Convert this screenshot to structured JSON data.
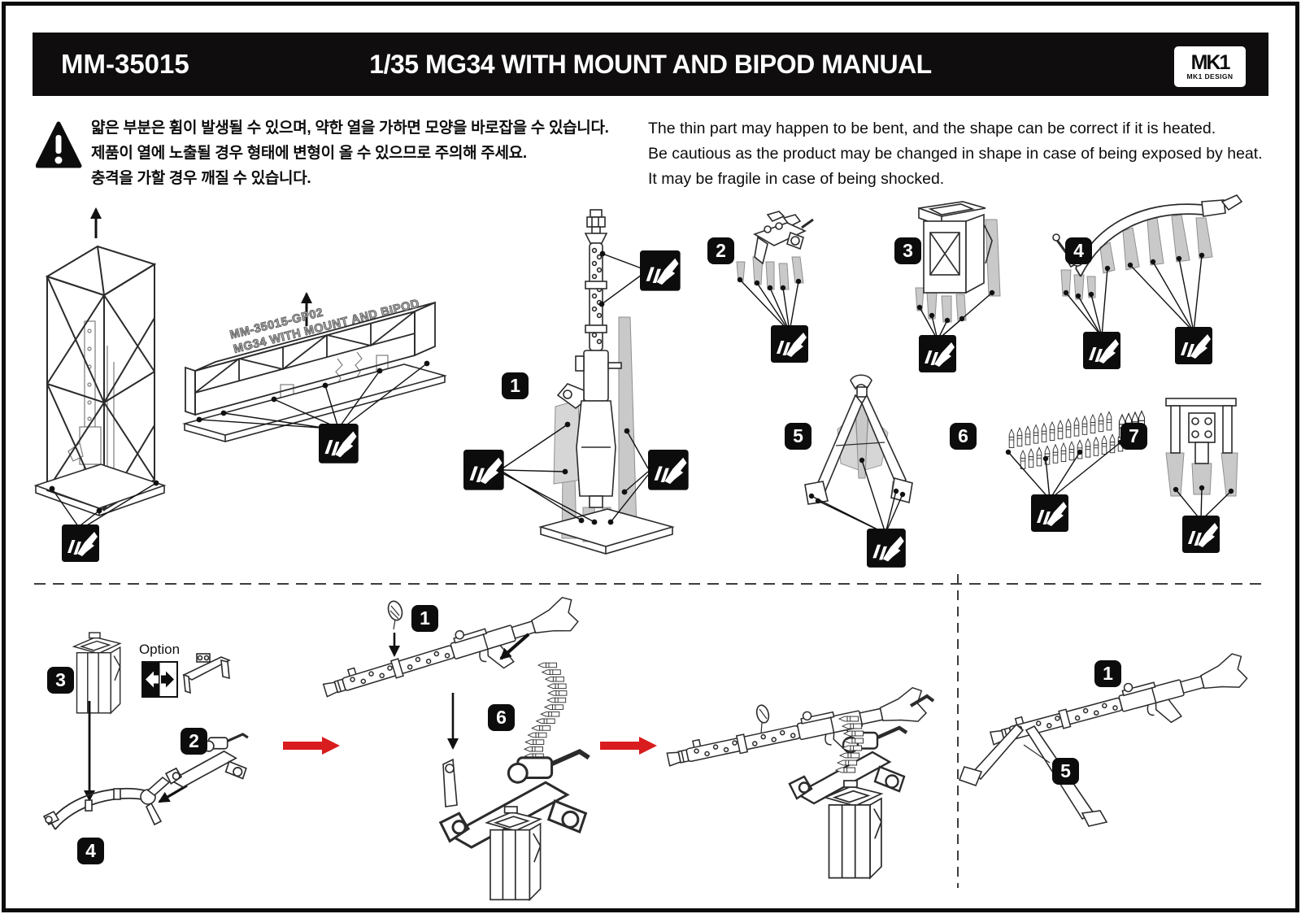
{
  "page": {
    "product_code": "MM-35015",
    "title": "1/35 MG34 WITH MOUNT AND BIPOD MANUAL",
    "logo_mark": "MK1",
    "logo_text": "MK1 DESIGN"
  },
  "warning": {
    "korean_lines": [
      "얇은 부분은 휨이 발생될 수 있으며, 약한 열을 가하면 모양을 바로잡을 수 있습니다.",
      "제품이 열에 노출될 경우 형태에 변형이 올 수 있으므로 주의해 주세요.",
      "충격을 가할 경우 깨질 수 있습니다."
    ],
    "english_lines": [
      "The thin part may happen to be bent, and the shape can be correct if it is heated.",
      "Be cautious as the product may be changed in shape in case of being exposed by heat.",
      "It may be fragile in case of being shocked."
    ]
  },
  "print_cage": {
    "label_line1": "MM-35015-GP02",
    "label_line2": "MG34 WITH MOUNT AND BIPOD"
  },
  "badges": {
    "overview": [
      "1",
      "2",
      "3",
      "4",
      "5",
      "6",
      "7"
    ],
    "steps": {
      "drum": "3",
      "cradle": "2",
      "frame": "4",
      "gun": "1",
      "belt": "6"
    },
    "final": {
      "gun": "1",
      "bipod": "5"
    }
  },
  "assembly": {
    "option_label": "Option"
  },
  "colors": {
    "arrow_red": "#d91c1e",
    "ink": "#0c0c0c",
    "support_gray": "#c9c9c9"
  }
}
